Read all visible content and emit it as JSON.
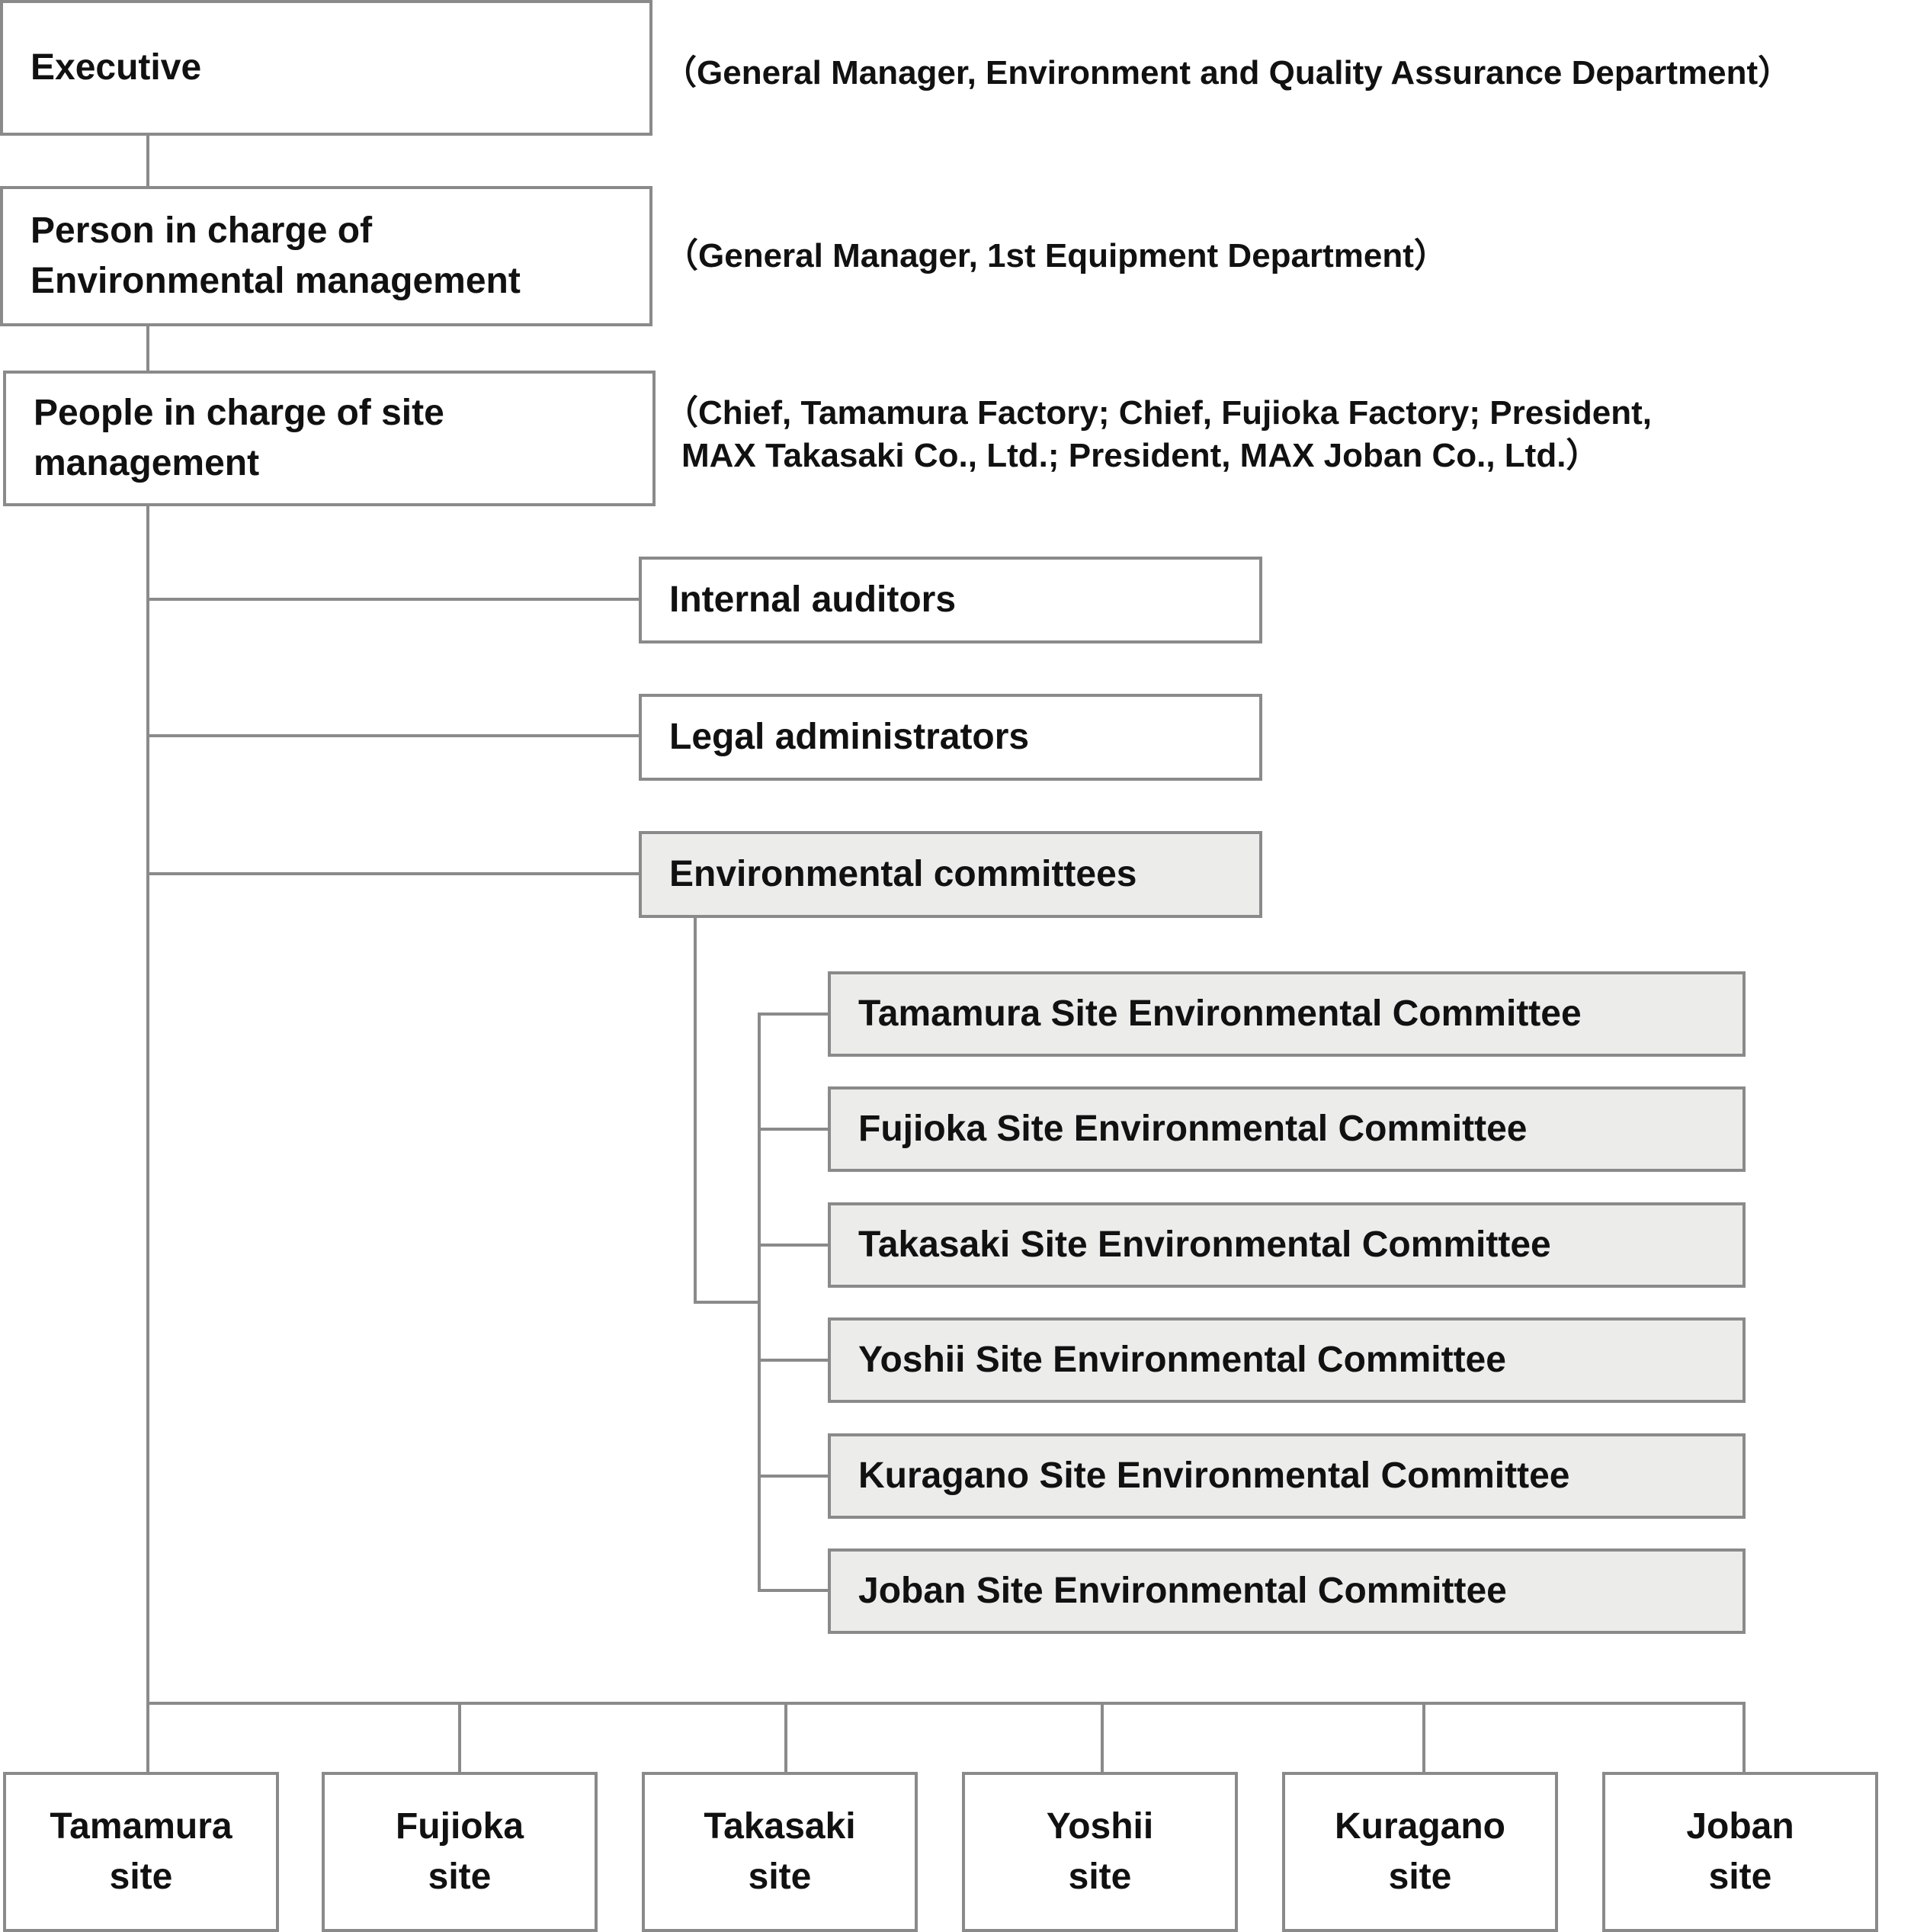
{
  "executive": {
    "label": "Executive",
    "note": "（General Manager, Environment and Quality Assurance Department）"
  },
  "env_mgmt": {
    "line1": "Person in charge of",
    "line2": "Environmental management",
    "note": "（General Manager, 1st Equipment Department）"
  },
  "site_mgmt": {
    "line1": "People in charge of site",
    "line2": "management",
    "note_line1": "（Chief, Tamamura Factory; Chief, Fujioka Factory; President,",
    "note_line2": "MAX Takasaki Co., Ltd.; President, MAX Joban Co., Ltd.）"
  },
  "internal_auditors": "Internal auditors",
  "legal_administrators": "Legal administrators",
  "environmental_committees": "Environmental committees",
  "committees": [
    "Tamamura Site Environmental Committee",
    "Fujioka Site Environmental Committee",
    "Takasaki Site Environmental Committee",
    "Yoshii Site Environmental Committee",
    "Kuragano Site Environmental Committee",
    "Joban Site Environmental Committee"
  ],
  "sites": [
    {
      "name": "Tamamura",
      "suffix": "site"
    },
    {
      "name": "Fujioka",
      "suffix": "site"
    },
    {
      "name": "Takasaki",
      "suffix": "site"
    },
    {
      "name": "Yoshii",
      "suffix": "site"
    },
    {
      "name": "Kuragano",
      "suffix": "site"
    },
    {
      "name": "Joban",
      "suffix": "site"
    }
  ],
  "colors": {
    "border": "#8a8a8a",
    "gray_fill": "#ececea",
    "text": "#111111"
  }
}
